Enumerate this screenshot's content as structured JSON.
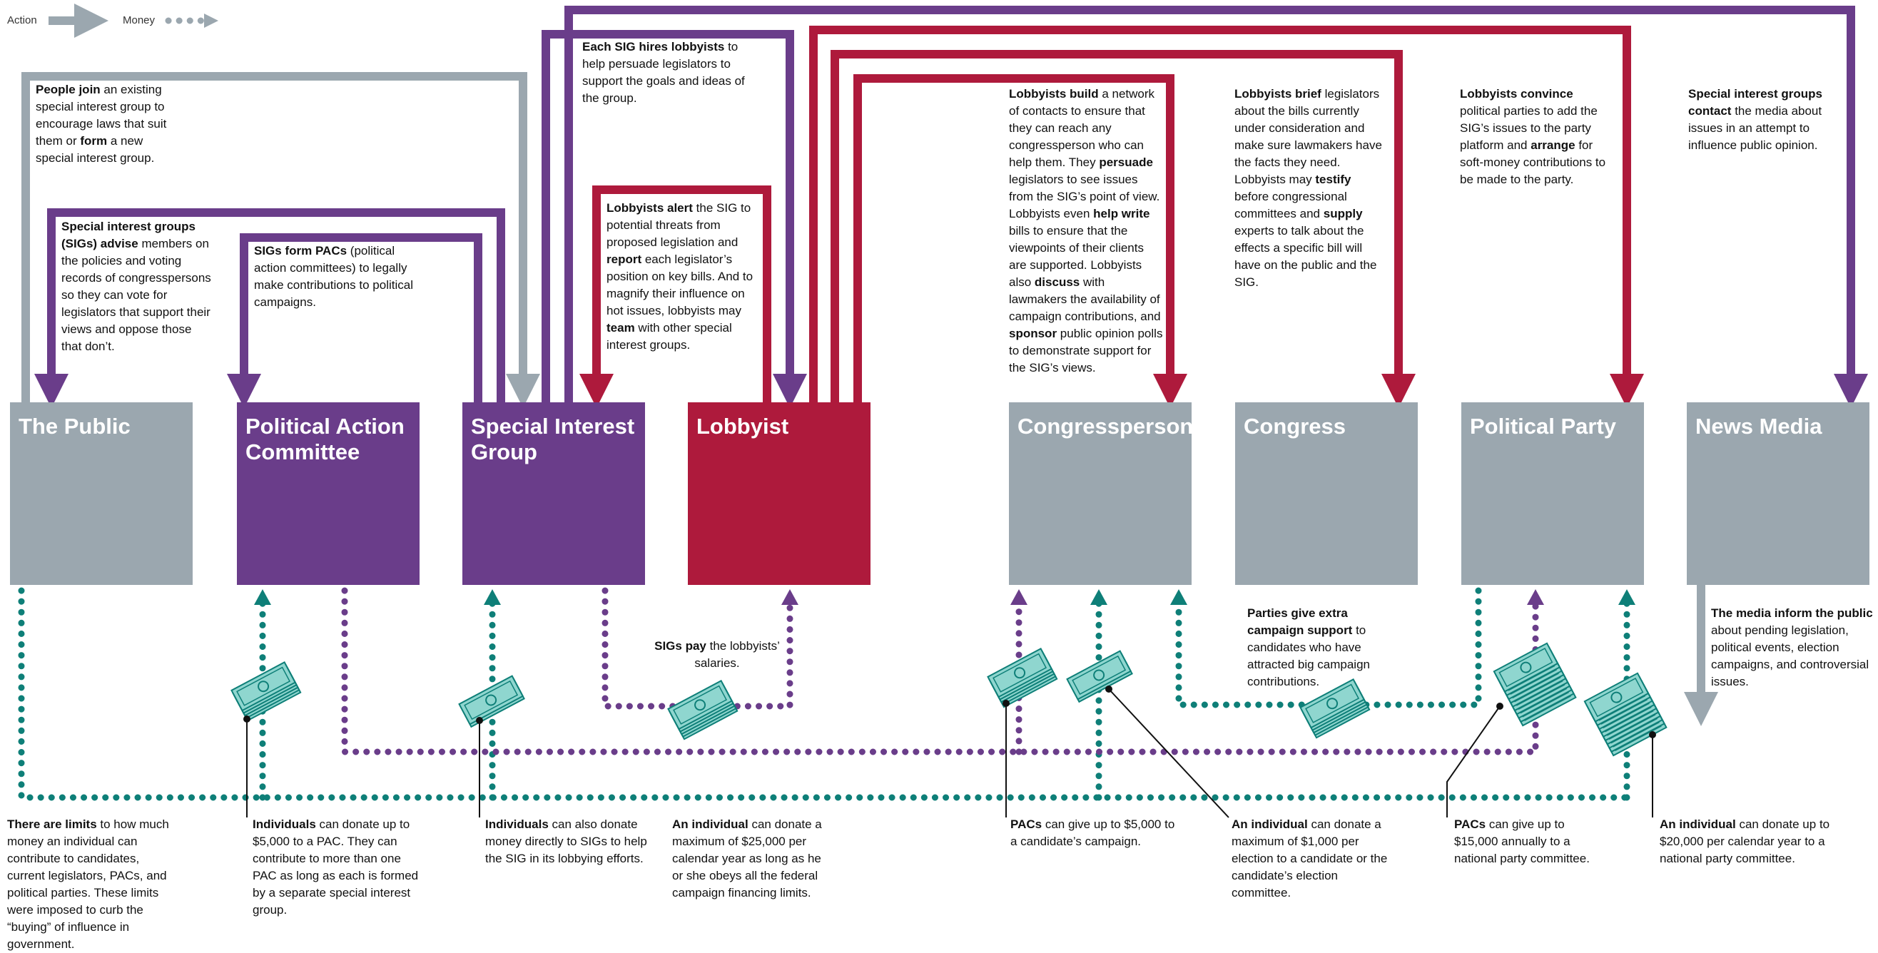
{
  "legend": {
    "action": "Action",
    "money": "Money"
  },
  "colors": {
    "gray": "#9ba7af",
    "purple": "#6a3d8a",
    "red": "#ae1a3c",
    "teal": "#0e7f78",
    "bill": "#8fd6cf"
  },
  "boxes": [
    {
      "id": "public",
      "label": "The Public"
    },
    {
      "id": "pac",
      "label": "Political Action Committee"
    },
    {
      "id": "sig",
      "label": "Special Interest Group"
    },
    {
      "id": "lobbyist",
      "label": "Lobbyist"
    },
    {
      "id": "congressperson",
      "label": "Congressperson"
    },
    {
      "id": "congress",
      "label": "Congress"
    },
    {
      "id": "party",
      "label": "Political Party"
    },
    {
      "id": "media",
      "label": "News Media"
    }
  ],
  "texts": [
    {
      "id": "people-join",
      "segments": [
        {
          "b": "People join"
        },
        {
          "t": " an existing special interest group to encourage laws that suit them or "
        },
        {
          "b": "form"
        },
        {
          "t": " a new special interest group."
        }
      ]
    },
    {
      "id": "sig-advise",
      "segments": [
        {
          "b": "Special interest groups (SIGs) advise"
        },
        {
          "t": " members on the policies and voting records of congresspersons so they can vote for legislators that support their views and oppose those that don’t."
        }
      ]
    },
    {
      "id": "sig-form-pacs",
      "segments": [
        {
          "b": "SIGs form PACs"
        },
        {
          "t": " (political action committees) to legally make contributions to political campaigns."
        }
      ]
    },
    {
      "id": "sig-hires",
      "segments": [
        {
          "b": "Each SIG hires lobbyists"
        },
        {
          "t": " to help persuade legislators to support the goals and ideas of the group."
        }
      ]
    },
    {
      "id": "lobbyists-alert",
      "segments": [
        {
          "b": "Lobbyists alert"
        },
        {
          "t": " the SIG to potential threats from proposed legislation and "
        },
        {
          "b": "report"
        },
        {
          "t": " each legislator’s position on key bills. And to magnify their influence on hot issues, lobbyists may "
        },
        {
          "b": "team"
        },
        {
          "t": " with other special interest groups."
        }
      ]
    },
    {
      "id": "lobbyists-build",
      "segments": [
        {
          "b": "Lobbyists build"
        },
        {
          "t": " a network of contacts to ensure that they can reach any congressperson who can help them. They "
        },
        {
          "b": "persuade"
        },
        {
          "t": " legislators to see issues from the SIG’s point of view. Lobbyists even "
        },
        {
          "b": "help write"
        },
        {
          "t": " bills to ensure that the viewpoints of their clients are supported. Lobbyists also "
        },
        {
          "b": "discuss"
        },
        {
          "t": " with lawmakers the availability of campaign contributions, and "
        },
        {
          "b": "sponsor"
        },
        {
          "t": " public opinion polls to demonstrate support for the SIG’s views."
        }
      ]
    },
    {
      "id": "lobbyists-brief",
      "segments": [
        {
          "b": "Lobbyists brief"
        },
        {
          "t": " legislators about the bills currently under consideration and make sure lawmakers have the facts they need. Lobbyists may "
        },
        {
          "b": "testify"
        },
        {
          "t": " before congressional committees and "
        },
        {
          "b": "supply"
        },
        {
          "t": " experts to talk about the effects a specific bill will have on the public and the SIG."
        }
      ]
    },
    {
      "id": "lobbyists-convince",
      "segments": [
        {
          "b": "Lobbyists convince"
        },
        {
          "t": " political parties to add the SIG’s issues to the party platform and "
        },
        {
          "b": "arrange"
        },
        {
          "t": " for soft-money contributions to be made to the party."
        }
      ]
    },
    {
      "id": "sig-contact",
      "segments": [
        {
          "b": "Special interest groups contact"
        },
        {
          "t": " the media about issues in an attempt to influence public opinion."
        }
      ]
    },
    {
      "id": "sigs-pay",
      "segments": [
        {
          "b": "SIGs pay"
        },
        {
          "t": " the lobbyists’ salaries."
        }
      ]
    },
    {
      "id": "parties-give",
      "segments": [
        {
          "b": "Parties give extra campaign support"
        },
        {
          "t": " to candidates who have attracted big campaign contributions."
        }
      ]
    },
    {
      "id": "media-inform",
      "segments": [
        {
          "b": "The media inform the public"
        },
        {
          "t": " about pending legislation, political events, election campaigns, and controversial issues."
        }
      ]
    },
    {
      "id": "limits",
      "segments": [
        {
          "b": "There are limits"
        },
        {
          "t": " to how much money an individual can contribute to candidates, current legislators, PACs, and political parties. These limits were imposed to curb the “buying” of influence in government."
        }
      ]
    },
    {
      "id": "ind-pac",
      "segments": [
        {
          "b": "Individuals"
        },
        {
          "t": " can donate up to $5,000 to a PAC. They can contribute to more than one PAC as long as each is formed by a separate special interest group."
        }
      ]
    },
    {
      "id": "ind-sig",
      "segments": [
        {
          "b": "Individuals"
        },
        {
          "t": " can also donate money directly to SIGs to help the SIG in its lobbying efforts."
        }
      ]
    },
    {
      "id": "ind-25000",
      "segments": [
        {
          "b": "An individual"
        },
        {
          "t": " can donate a maximum of $25,000 per calendar year as long as he or she obeys all the federal campaign financing limits."
        }
      ]
    },
    {
      "id": "pacs-5000",
      "segments": [
        {
          "b": "PACs"
        },
        {
          "t": " can give up to $5,000 to a candidate’s campaign."
        }
      ]
    },
    {
      "id": "ind-1000",
      "segments": [
        {
          "b": "An individual"
        },
        {
          "t": " can donate a maximum of $1,000 per election to a candidate or the candidate’s election committee."
        }
      ]
    },
    {
      "id": "pacs-15000",
      "segments": [
        {
          "b": "PACs"
        },
        {
          "t": " can give up to $15,000 annually to a national party committee."
        }
      ]
    },
    {
      "id": "ind-20000",
      "segments": [
        {
          "b": "An individual"
        },
        {
          "t": " can donate up to $20,000 per calendar year to a national party committee."
        }
      ]
    }
  ]
}
